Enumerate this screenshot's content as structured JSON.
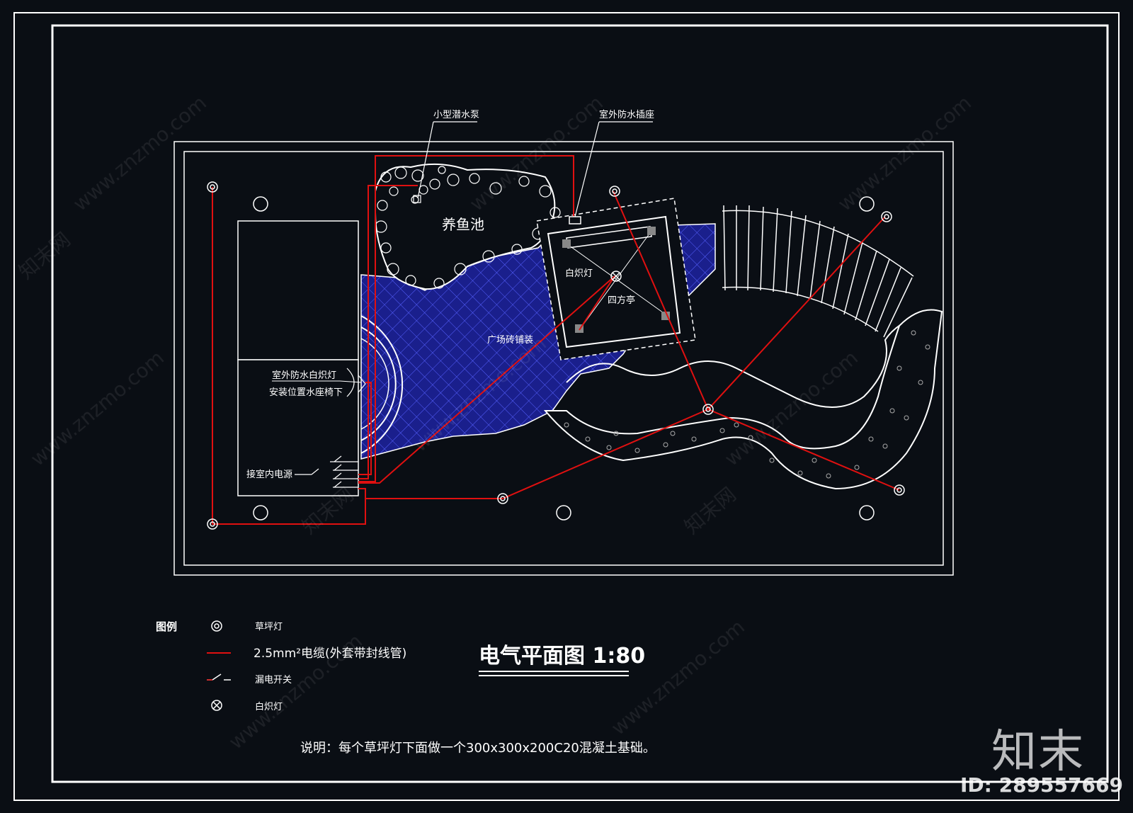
{
  "title": "电气平面图 1:80",
  "labels": {
    "pump": "小型潜水泵",
    "socket": "室外防水插座",
    "fish_pond": "养鱼池",
    "incandescent": "白炽灯",
    "pavilion": "四方亭",
    "plaza": "广场砖铺装",
    "wall_lamp_1": "室外防水白炽灯",
    "wall_lamp_2": "安装位置水座椅下",
    "indoor_power": "接室内电源"
  },
  "legend": {
    "heading": "图例",
    "items": [
      {
        "icon": "lawn-lamp-symbol",
        "label": "草坪灯"
      },
      {
        "icon": "cable-line-symbol",
        "label": "2.5mm²电缆(外套带封线管)"
      },
      {
        "icon": "breaker-switch-symbol",
        "label": "漏电开关"
      },
      {
        "icon": "incandescent-lamp-symbol",
        "label": "白炽灯"
      }
    ]
  },
  "note": "说明：每个草坪灯下面做一个300x300x200C20混凝土基础。",
  "watermark": {
    "brand": "知末",
    "id": "ID: 289557669",
    "site": "www.znzmo.com",
    "site_cn": "知末网"
  },
  "colors": {
    "background": "#0a0e14",
    "lines": "#ffffff",
    "cable": "#e01010",
    "paving": "#1a1f8c",
    "paving_grid": "#5560ff"
  }
}
